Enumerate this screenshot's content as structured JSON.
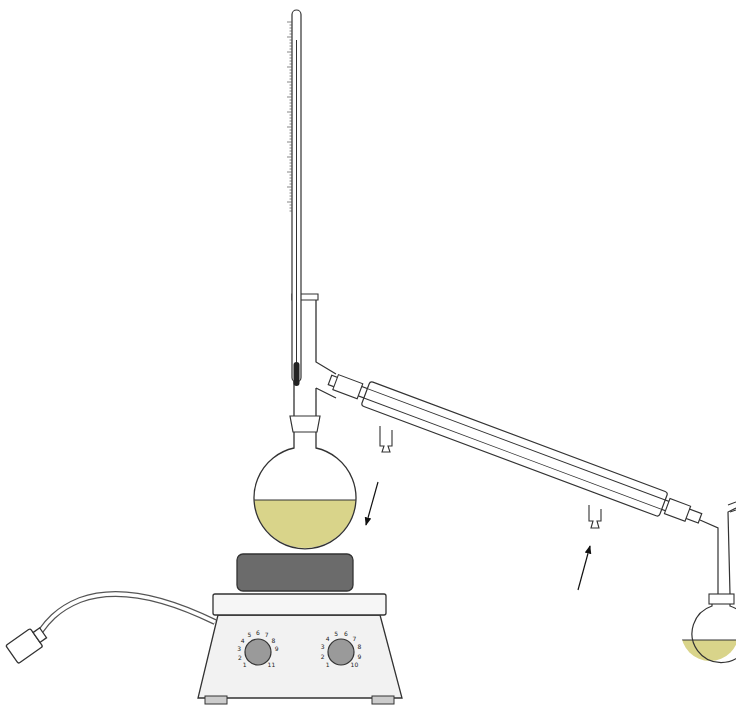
{
  "diagram": {
    "labels": [
      "1",
      "2",
      "3",
      "4",
      "5",
      "6",
      "7",
      "8",
      "9",
      "11",
      "1",
      "2",
      "3",
      "4",
      "5",
      "6",
      "7",
      "8",
      "9",
      "10"
    ]
  }
}
